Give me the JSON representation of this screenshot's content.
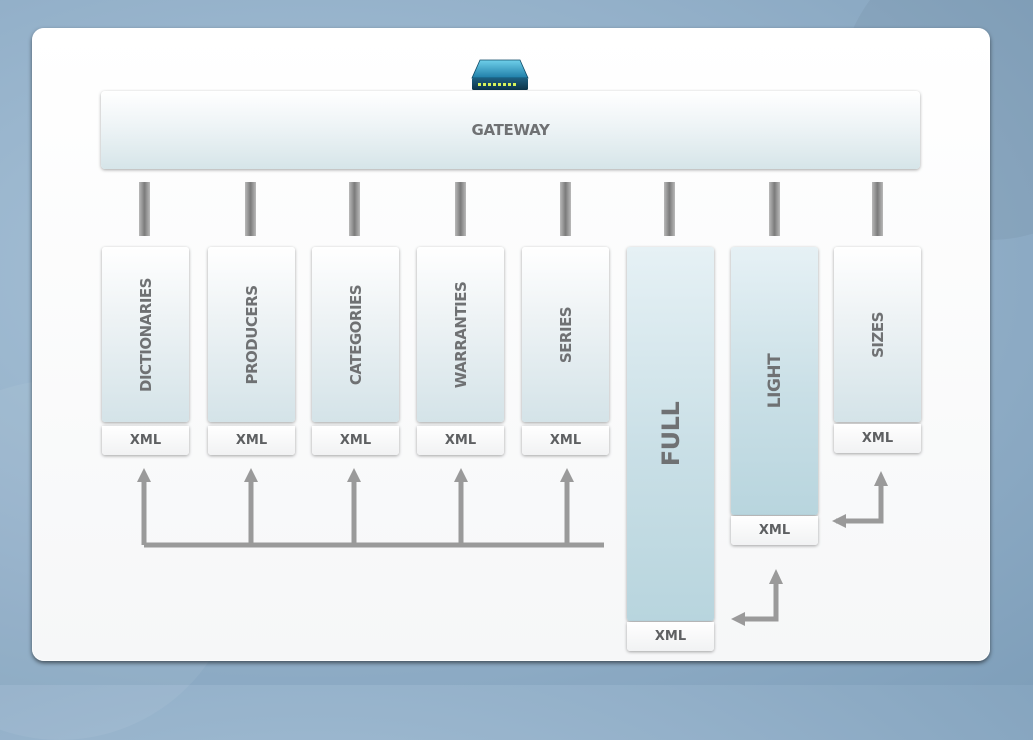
{
  "gateway": {
    "label": "GATEWAY"
  },
  "services": [
    {
      "label": "DICTIONARIES",
      "format": "XML"
    },
    {
      "label": "PRODUCERS",
      "format": "XML"
    },
    {
      "label": "CATEGORIES",
      "format": "XML"
    },
    {
      "label": "WARRANTIES",
      "format": "XML"
    },
    {
      "label": "SERIES",
      "format": "XML"
    },
    {
      "label": "FULL",
      "format": "XML"
    },
    {
      "label": "LIGHT",
      "format": "XML"
    },
    {
      "label": "SIZES",
      "format": "XML"
    }
  ],
  "colors": {
    "panel": "#ffffff",
    "text": "#6f7173",
    "connector": "#8a8a8a",
    "arrow": "#999999",
    "highlight_column": "#c9dfe6"
  },
  "icons": {
    "gateway": "router-icon"
  }
}
